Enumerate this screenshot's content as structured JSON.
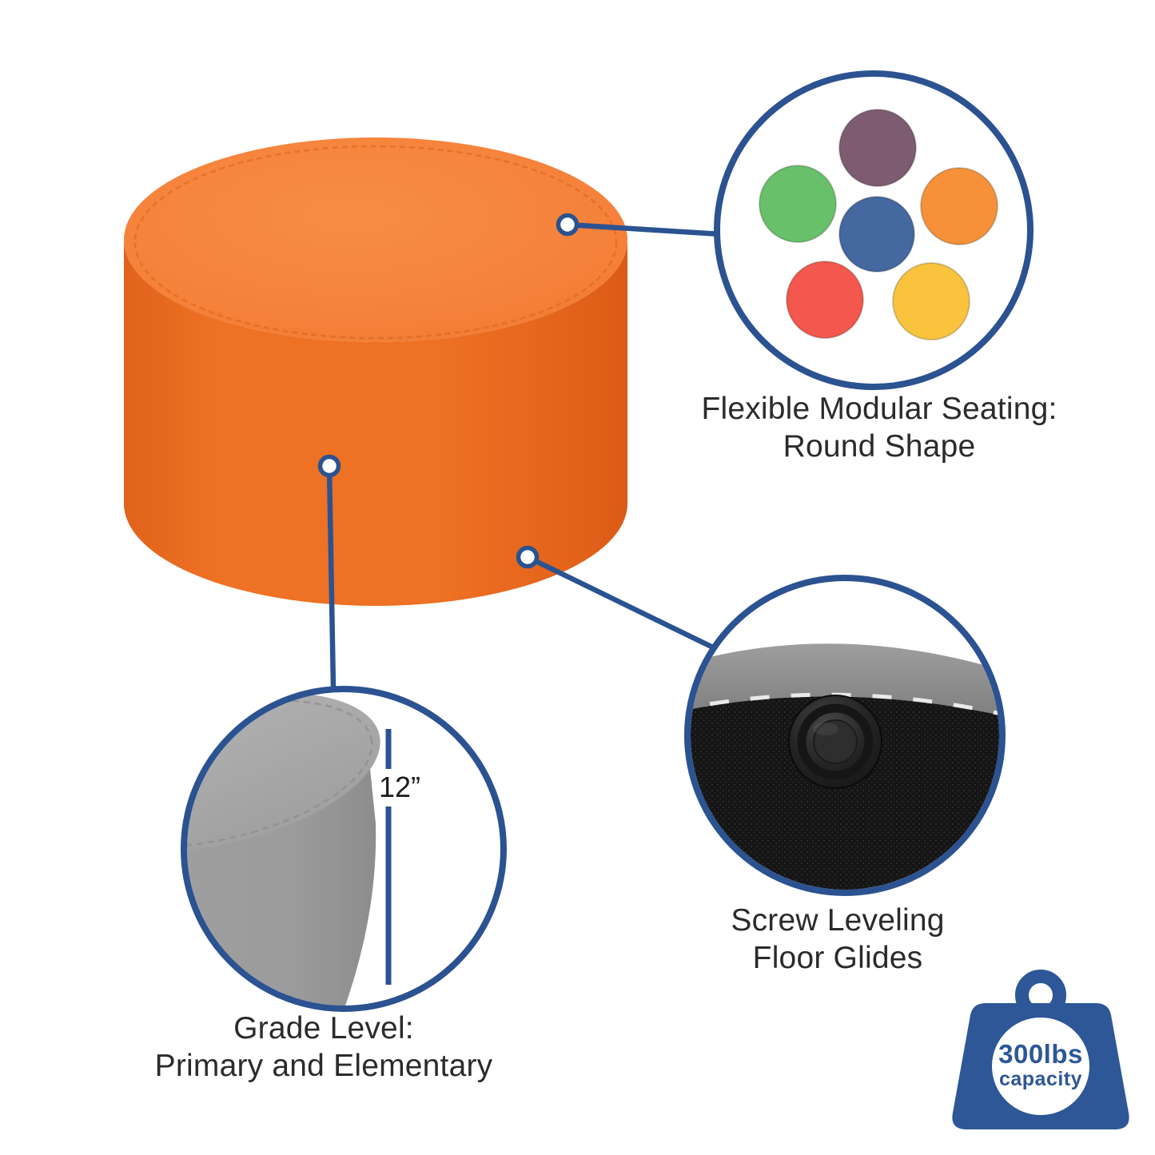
{
  "callouts": {
    "modular": {
      "line1": "Flexible Modular Seating:",
      "line2": "Round Shape"
    },
    "glides": {
      "line1": "Screw Leveling",
      "line2": "Floor Glides"
    },
    "grade": {
      "line1": "Grade Level:",
      "line2": "Primary and Elementary"
    },
    "height_label": "12”"
  },
  "capacity_badge": {
    "line1": "300lbs",
    "line2": "capacity"
  },
  "swatches": [
    {
      "name": "purple",
      "hex": "#7D5C71"
    },
    {
      "name": "green",
      "hex": "#68C06A"
    },
    {
      "name": "orange",
      "hex": "#F6913A"
    },
    {
      "name": "red",
      "hex": "#F4574D"
    },
    {
      "name": "yellow",
      "hex": "#F9C33D"
    },
    {
      "name": "blue",
      "hex": "#44689F"
    }
  ],
  "colors": {
    "accent_blue": "#2B5291",
    "icon_blue": "#2D5797",
    "ottoman_orange_top": "#F5823A",
    "ottoman_orange_side": "#EC6E22",
    "ottoman_gray": "#A5A5A5",
    "text_dark": "#2B2B2B"
  }
}
